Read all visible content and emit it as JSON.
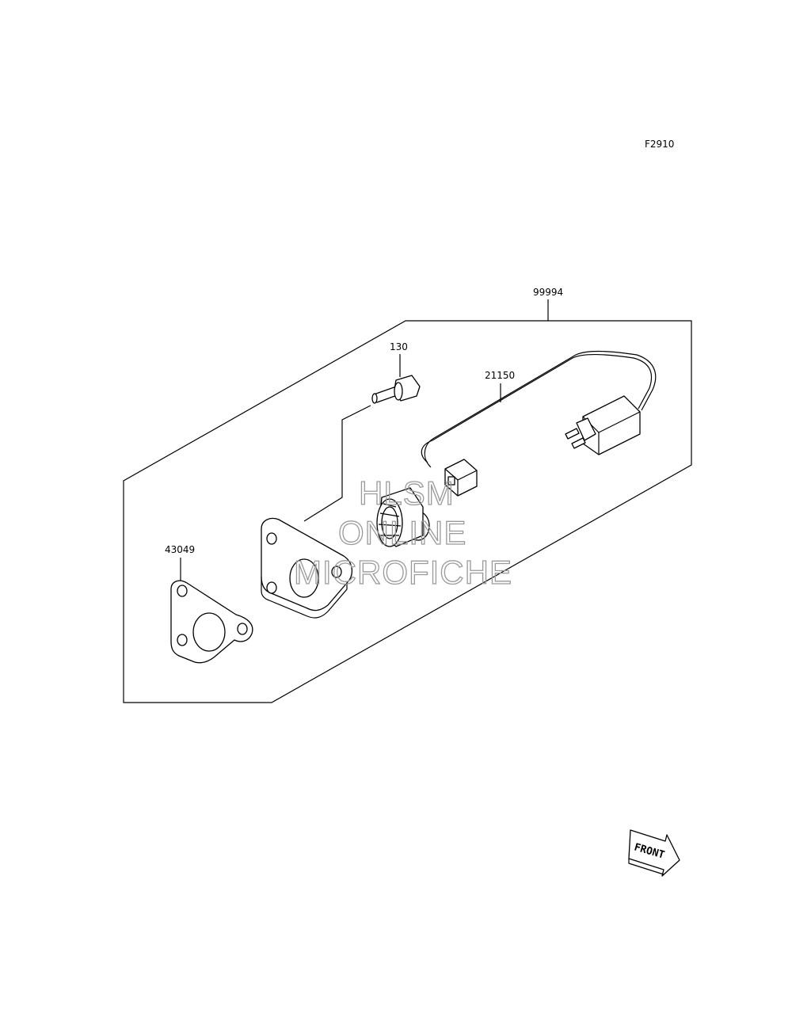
{
  "figure_code": "F2910",
  "callouts": {
    "kit": "99994",
    "bolt": "130",
    "switch": "21150",
    "gasket": "43049"
  },
  "watermark": [
    "HLSM",
    "ONLINE",
    "MICROFICHE"
  ],
  "front_label": "FRONT",
  "colors": {
    "line": "#000000",
    "watermark": "#9a9a9a",
    "background": "#ffffff"
  }
}
